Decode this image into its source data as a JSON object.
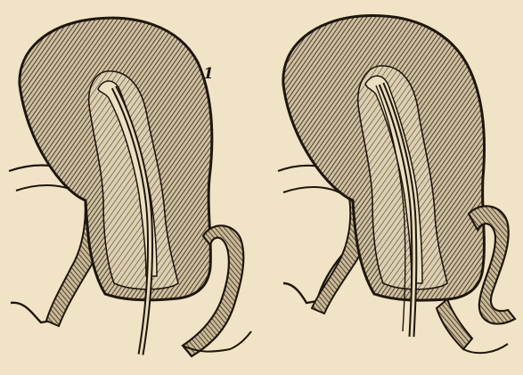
{
  "figures": [
    {
      "id": "left",
      "label": "1"
    },
    {
      "id": "right",
      "label": ""
    }
  ],
  "colors": {
    "paper": "#f1e4c6",
    "paper_shade": "#e8d6ae",
    "ink": "#1f160c",
    "fill_mid": "#b9ab8f"
  }
}
